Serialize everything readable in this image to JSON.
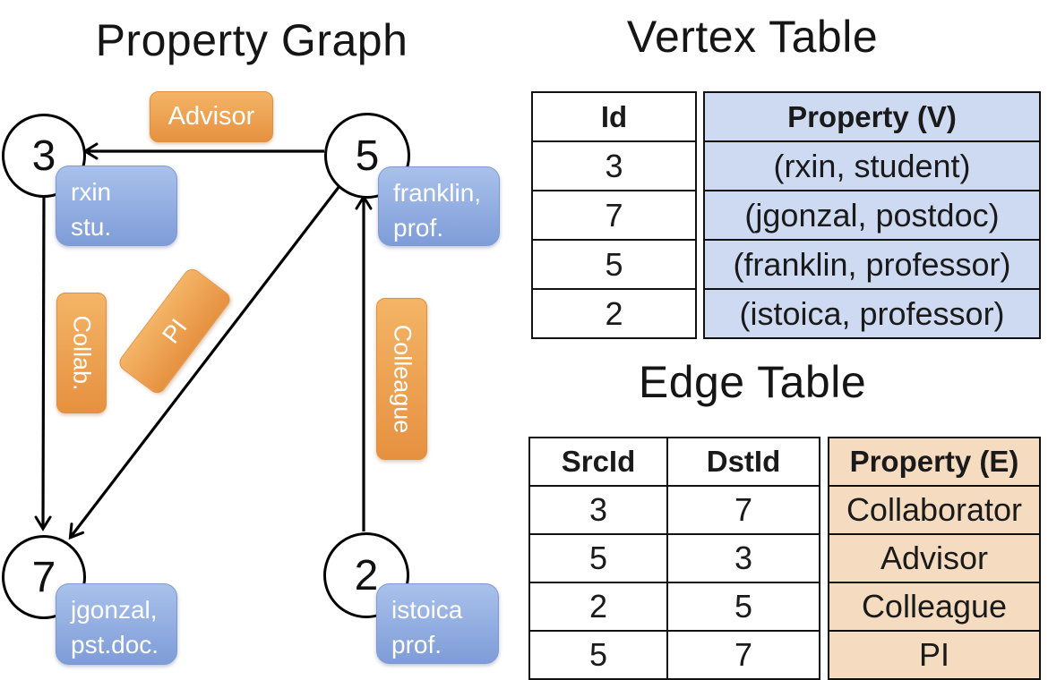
{
  "graph": {
    "title": "Property Graph",
    "nodes": [
      {
        "id": "3",
        "prop_lines": [
          "rxin",
          "stu."
        ]
      },
      {
        "id": "5",
        "prop_lines": [
          "franklin,",
          "prof."
        ]
      },
      {
        "id": "7",
        "prop_lines": [
          "jgonzal,",
          "pst.doc."
        ]
      },
      {
        "id": "2",
        "prop_lines": [
          "istoica",
          "prof."
        ]
      }
    ],
    "edge_labels": {
      "advisor": "Advisor",
      "collab": "Collab.",
      "pi": "PI",
      "colleague": "Colleague"
    }
  },
  "vertex_table": {
    "title": "Vertex Table",
    "col_id": "Id",
    "col_property": "Property (V)",
    "rows": [
      {
        "id": "3",
        "property": "(rxin, student)"
      },
      {
        "id": "7",
        "property": "(jgonzal, postdoc)"
      },
      {
        "id": "5",
        "property": "(franklin, professor)"
      },
      {
        "id": "2",
        "property": "(istoica, professor)"
      }
    ]
  },
  "edge_table": {
    "title": "Edge Table",
    "col_src": "SrcId",
    "col_dst": "DstId",
    "col_property": "Property (E)",
    "rows": [
      {
        "src": "3",
        "dst": "7",
        "property": "Collaborator"
      },
      {
        "src": "5",
        "dst": "3",
        "property": "Advisor"
      },
      {
        "src": "2",
        "dst": "5",
        "property": "Colleague"
      },
      {
        "src": "5",
        "dst": "7",
        "property": "PI"
      }
    ]
  },
  "colors": {
    "edge_label_orange_top": "#F4B466",
    "edge_label_orange_bottom": "#E69140",
    "vertex_prop_blue_top": "#A9C1EB",
    "vertex_prop_blue_bottom": "#7E9CD8",
    "vertex_table_fill": "#CDDAF1",
    "edge_table_fill": "#F5DCC1",
    "line_color": "#000000"
  }
}
